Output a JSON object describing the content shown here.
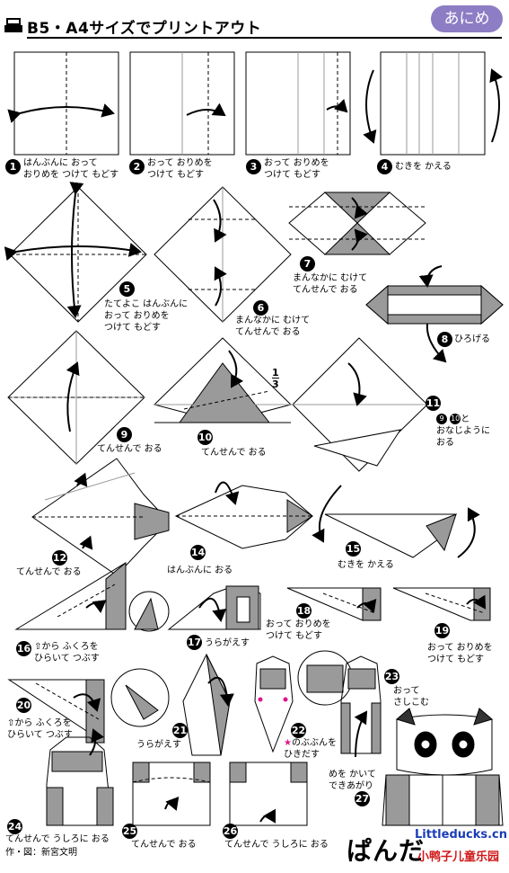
{
  "header": {
    "title": "B5・A4サイズでプリントアウト",
    "badge": "あにめ",
    "print_icon": "printer-icon"
  },
  "colors": {
    "paper": "#ffffff",
    "colored_side": "#9a9a9a",
    "badge": "#8c7dc4",
    "site_blue": "#1a3db8",
    "site_red": "#d01818",
    "star": "#e0148c"
  },
  "steps": [
    {
      "n": "1",
      "text1": "はんぶんに おって",
      "text2": "おりめを つけて もどす"
    },
    {
      "n": "2",
      "text1": "おって おりめを",
      "text2": "つけて もどす"
    },
    {
      "n": "3",
      "text1": "おって おりめを",
      "text2": "つけて もどす"
    },
    {
      "n": "4",
      "text1": "むきを かえる"
    },
    {
      "n": "5",
      "text1": "たてよこ はんぶんに",
      "text2": "おって おりめを",
      "text3": "つけて もどす"
    },
    {
      "n": "6",
      "text1": "まんなかに むけて",
      "text2": "てんせんで おる"
    },
    {
      "n": "7",
      "text1": "まんなかに むけて",
      "text2": "てんせんで おる"
    },
    {
      "n": "8",
      "text1": "ひろげる"
    },
    {
      "n": "9",
      "text1": "てんせんで おる"
    },
    {
      "n": "10",
      "text1": "てんせんで おる",
      "fraction_num": "1",
      "fraction_den": "3"
    },
    {
      "n": "11",
      "ref_a": "9",
      "ref_b": "10",
      "text1": "と",
      "text2": "おなじように",
      "text3": "おる"
    },
    {
      "n": "12",
      "text1": "てんせんで おる"
    },
    {
      "n": "14",
      "text1": "はんぶんに おる"
    },
    {
      "n": "15",
      "text1": "むきを かえる"
    },
    {
      "n": "16",
      "text1": "から ふくろを",
      "text2": "ひらいて つぶす"
    },
    {
      "n": "17",
      "text1": "うらがえす"
    },
    {
      "n": "18",
      "text1": "おって おりめを",
      "text2": "つけて もどす"
    },
    {
      "n": "19",
      "text1": "おって おりめを",
      "text2": "つけて もどす"
    },
    {
      "n": "20",
      "text1": "から ふくろを",
      "text2": "ひらいて つぶす"
    },
    {
      "n": "21",
      "text1": "うらがえす"
    },
    {
      "n": "22",
      "star": "★",
      "text1": "のぶぶんを",
      "text2": "ひきだす"
    },
    {
      "n": "23",
      "text1": "おって",
      "text2": "さしこむ"
    },
    {
      "n": "24",
      "text1": "てんせんで うしろに おる"
    },
    {
      "n": "25",
      "text1": "てんせんで おる"
    },
    {
      "n": "26",
      "text1": "てんせんで うしろに おる"
    },
    {
      "n": "27",
      "text1": "めを かいて",
      "text2": "できあがり"
    }
  ],
  "footer": {
    "credit": "作・図：新宮文明",
    "title": "ぱんだ",
    "site_en": "Littleducks.cn",
    "site_cn": "小鸭子儿童乐园"
  }
}
